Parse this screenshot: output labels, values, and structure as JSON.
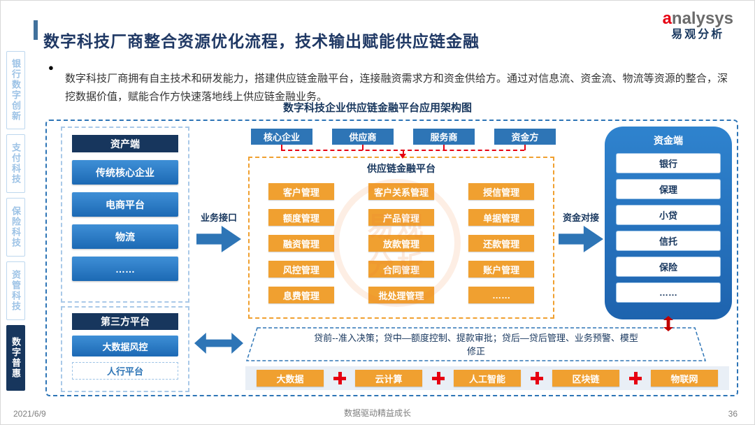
{
  "header": {
    "title": "数字科技厂商整合资源优化流程，技术输出赋能供应链金融",
    "logo_name": "analysys",
    "logo_cn": "易观分析"
  },
  "intro": {
    "bullet": "数字科技厂商拥有自主技术和研发能力，搭建供应链金融平台，连接融资需求方和资金供给方。通过对信息流、资金流、物流等资源的整合，深挖数据价值，赋能合作方快速落地线上供应链金融业务。"
  },
  "diagram": {
    "title": "数字科技企业供应链金融平台应用架构图",
    "sidebar": [
      {
        "label": "银行数字创新",
        "active": false
      },
      {
        "label": "支付科技",
        "active": false
      },
      {
        "label": "保险科技",
        "active": false
      },
      {
        "label": "资管科技",
        "active": false
      },
      {
        "label": "数字普惠",
        "active": true
      }
    ],
    "asset_side": {
      "header": "资产端",
      "items": [
        "传统核心企业",
        "电商平台",
        "物流",
        "……"
      ]
    },
    "third_party": {
      "header": "第三方平台",
      "items": [
        "大数据风控",
        "人行平台"
      ]
    },
    "arrows": {
      "left": "业务接口",
      "right": "资金对接"
    },
    "top_row": [
      "核心企业",
      "供应商",
      "服务商",
      "资金方"
    ],
    "platform": {
      "title": "供应链金融平台",
      "grid": [
        [
          "客户管理",
          "客户关系管理",
          "授信管理"
        ],
        [
          "额度管理",
          "产品管理",
          "单据管理"
        ],
        [
          "融资管理",
          "放款管理",
          "还款管理"
        ],
        [
          "风控管理",
          "合同管理",
          "账户管理"
        ],
        [
          "息费管理",
          "批处理管理",
          "……"
        ]
      ]
    },
    "fund_side": {
      "header": "资金端",
      "items": [
        "银行",
        "保理",
        "小贷",
        "信托",
        "保险",
        "……"
      ]
    },
    "risk_banner": "贷前--准入决策；贷中—额度控制、提款审批；贷后—贷后管理、业务预警、模型\n修正",
    "tech_row": [
      "大数据",
      "云计算",
      "人工智能",
      "区块链",
      "物联网"
    ]
  },
  "watermark": "易观分析",
  "meta": {
    "date": "2021/6/9",
    "footer_center": "数据驱动精益成长",
    "page": "36"
  },
  "colors": {
    "primary_blue": "#2E75B6",
    "dark_navy": "#17365D",
    "orange": "#F0A030",
    "red": "#E60012",
    "light_blue_border": "#A9C9E8"
  }
}
